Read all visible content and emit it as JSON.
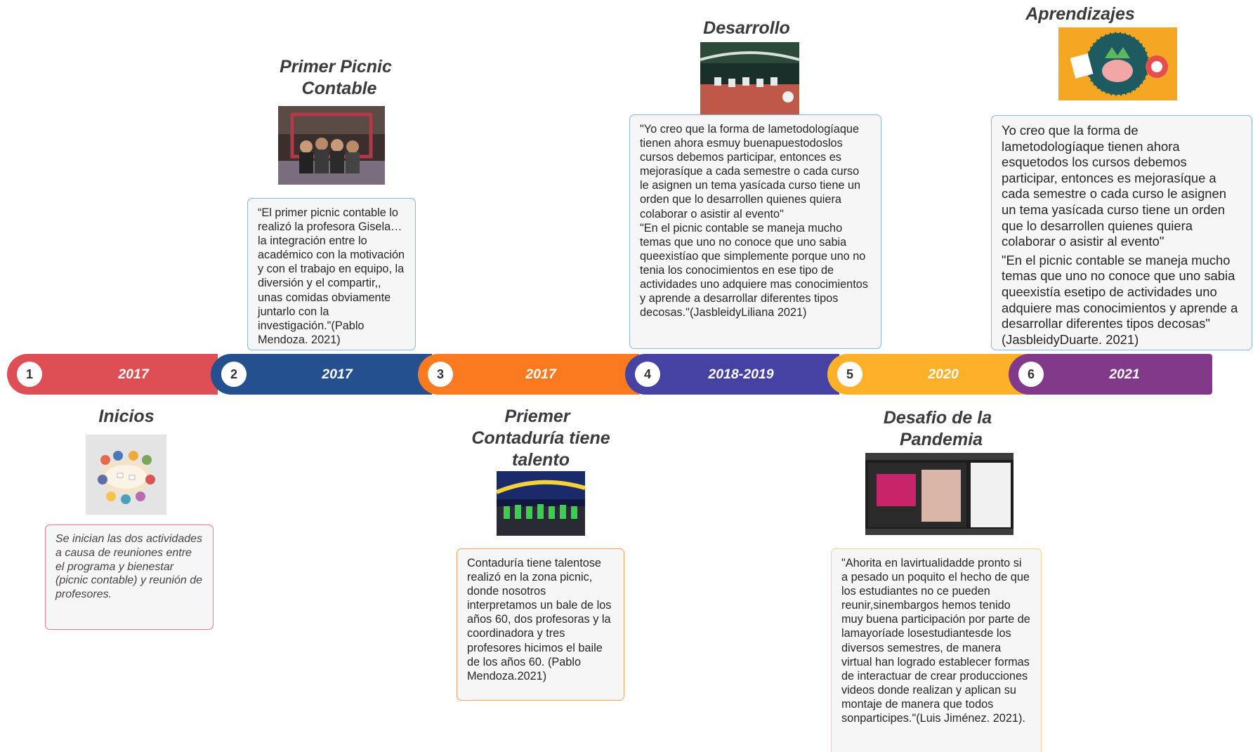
{
  "colors": {
    "seg1": "#de4f55",
    "seg2": "#24508f",
    "seg3": "#fb7a20",
    "seg4": "#4542a3",
    "seg5": "#fdb12b",
    "seg6": "#83398a"
  },
  "timeline": [
    {
      "number": "1",
      "year": "2017"
    },
    {
      "number": "2",
      "year": "2017"
    },
    {
      "number": "3",
      "year": "2017"
    },
    {
      "number": "4",
      "year": "2018-2019"
    },
    {
      "number": "5",
      "year": "2020"
    },
    {
      "number": "6",
      "year": "2021"
    }
  ],
  "events": {
    "inicios": {
      "title": "Inicios",
      "image_icon": "meeting-people-illustration",
      "text": "Se inician las dos actividades a causa de reuniones entre el programa y bienestar (picnic contable) y reunión de profesores."
    },
    "picnic": {
      "title_line1": "Primer Picnic",
      "title_line2": "Contable",
      "image_icon": "group-photo",
      "text": "“El primer picnic contable lo realizó la profesora Gisela… la integración entre lo académico con la motivación y con el trabajo en equipo, la diversión y el compartir,, unas comidas obviamente juntarlo con la investigación.\"(Pablo Mendoza. 2021)"
    },
    "talento": {
      "title_line1": "Priemer",
      "title_line2": "Contaduría tiene",
      "title_line3": "talento",
      "image_icon": "dance-stage-photo",
      "text": "Contaduría tiene talentose realizó en la zona picnic, donde nosotros interpretamos un bale de los años 60, dos profesoras y la coordinadora y tres profesores hicimos el baile de los años 60. (Pablo Mendoza.2021)"
    },
    "desarrollo": {
      "title": "Desarrollo",
      "image_icon": "event-hall-photo",
      "text1": "\"Yo creo que la forma de lametodologíaque tienen ahora esmuy buenapuestodoslos cursos debemos participar, entonces es mejorasíque a cada semestre o cada curso le asignen un tema yasícada curso tiene un orden que lo desarrollen quienes quiera colaborar o asistir al evento\"",
      "text2": "\"En el picnic contable se maneja mucho temas que uno no conoce que uno sabia queexistíao que simplemente porque uno no tenia los conocimientos en ese tipo de actividades uno adquiere mas conocimientos y aprende a desarrollar diferentes tipos decosas.\"(JasbleidyLiliana 2021)"
    },
    "pandemia": {
      "title_line1": "Desafio de la",
      "title_line2": "Pandemia",
      "image_icon": "video-call-screenshot",
      "text": "\"Ahorita en lavirtualidadde pronto si a pesado un poquito el hecho de que los estudiantes no ce pueden reunir,sinembargos hemos tenido muy buena participación por parte de lamayoríade losestudiantesde los diversos semestres, de manera virtual han logrado establecer formas de interactuar de crear producciones videos donde realizan y aplican su montaje de manera que todos sonparticipes.\"(Luis Jiménez. 2021)."
    },
    "aprendizajes": {
      "title": "Aprendizajes",
      "image_icon": "brain-learning-illustration",
      "text1": "Yo creo que la forma de lametodologíaque tienen ahora esquetodos los cursos debemos participar, entonces es mejorasíque a cada semestre o cada curso le asignen un tema yasícada curso tiene un orden que lo desarrollen quienes quiera colaborar o asistir al evento\"",
      "text2": "\"En el picnic contable se maneja mucho temas que uno no conoce que uno sabia queexistía esetipo de actividades uno adquiere mas conocimientos y aprende a desarrollar diferentes tipos decosas\" (JasbleidyDuarte. 2021)"
    }
  }
}
